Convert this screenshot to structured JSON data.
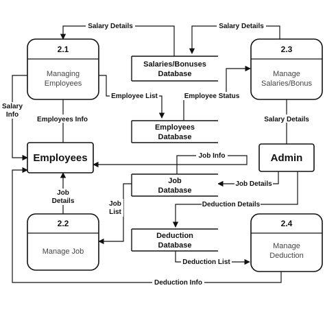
{
  "processes": {
    "p21": {
      "number": "2.1",
      "name_line1": "Managing",
      "name_line2": "Employees"
    },
    "p22": {
      "number": "2.2",
      "name": "Manage Job"
    },
    "p23": {
      "number": "2.3",
      "name_line1": "Manage",
      "name_line2": "Salaries/Bonus"
    },
    "p24": {
      "number": "2.4",
      "name_line1": "Manage",
      "name_line2": "Deduction"
    }
  },
  "entities": {
    "employees": "Employees",
    "admin": "Admin"
  },
  "datastores": {
    "salaries": {
      "line1": "Salaries/Bonuses",
      "line2": "Database"
    },
    "employees": {
      "line1": "Employees",
      "line2": "Database"
    },
    "job": {
      "line1": "Job",
      "line2": "Database"
    },
    "deduction": {
      "line1": "Deduction",
      "line2": "Database"
    }
  },
  "flows": {
    "salary_details_top_left": "Salary Details",
    "salary_details_top_right": "Salary Details",
    "salary_info_1": "Salary",
    "salary_info_2": "Info",
    "employee_list": "Employee List",
    "employee_status": "Employee Status",
    "employees_info": "Employees Info",
    "salary_details_admin": "Salary Details",
    "job_info": "Job Info",
    "job_details_admin": "Job Details",
    "job_details_left_1": "Job",
    "job_details_left_2": "Details",
    "job_list_1": "Job",
    "job_list_2": "List",
    "deduction_details": "Deduction Details",
    "deduction_list": "Deduction List",
    "deduction_info": "Deduction Info"
  }
}
